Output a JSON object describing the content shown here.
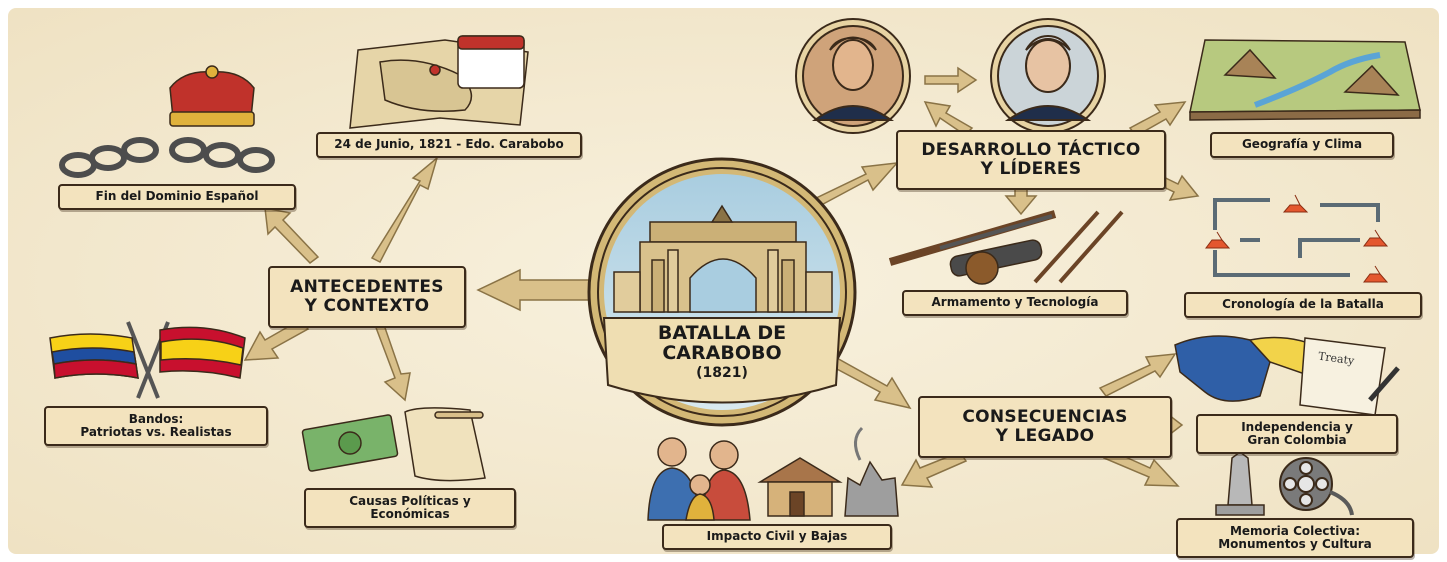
{
  "center": {
    "title_line1": "BATALLA DE",
    "title_line2": "CARABOBO",
    "year": "(1821)"
  },
  "hubs": {
    "antecedentes": {
      "line1": "ANTECEDENTES",
      "line2": "Y CONTEXTO"
    },
    "desarrollo": {
      "line1": "DESARROLLO TÁCTICO",
      "line2": "Y LÍDERES"
    },
    "consecuencias": {
      "line1": "CONSECUENCIAS",
      "line2": "Y LEGADO"
    }
  },
  "labels": {
    "fecha": "24 de Junio, 1821 - Edo. Carabobo",
    "fin_dominio": "Fin del Dominio Español",
    "bandos_l1": "Bandos:",
    "bandos_l2": "Patriotas vs. Realistas",
    "causas_l1": "Causas Políticas y",
    "causas_l2": "Económicas",
    "geografia": "Geografía y Clima",
    "armamento": "Armamento y Tecnología",
    "cronologia": "Cronología de la Batalla",
    "independencia_l1": "Independencia y",
    "independencia_l2": "Gran Colombia",
    "impacto": "Impacto Civil y Bajas",
    "memoria_l1": "Memoria Colectiva:",
    "memoria_l2": "Monumentos y Cultura",
    "treaty": "Treaty"
  },
  "colors": {
    "background": "#f5ecd6",
    "arrow": "#d9c08a",
    "arrow_edge": "#8a7346",
    "label_fill": "#f3e3be",
    "outline": "#3b2a1a"
  }
}
